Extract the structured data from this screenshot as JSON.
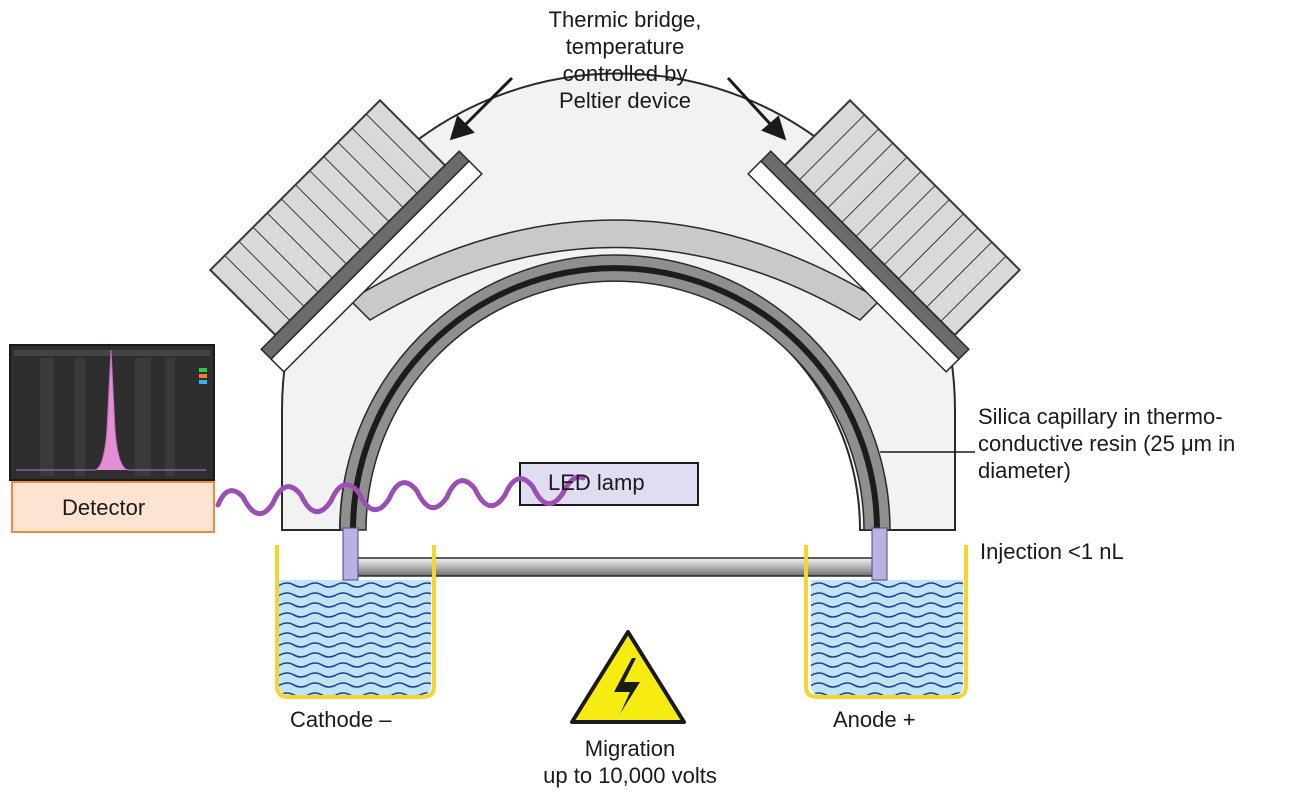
{
  "labels": {
    "thermic": [
      "Thermic bridge,",
      "temperature",
      "controlled by",
      "Peltier device"
    ],
    "silica": "Silica capillary in thermo-conductive resin (25 μm in diameter)",
    "injection": "Injection <1 nL",
    "cathode": "Cathode –",
    "anode": "Anode +",
    "migration": [
      "Migration",
      "up to 10,000 volts"
    ],
    "detector": "Detector",
    "led": "LED lamp"
  },
  "colors": {
    "buffer": "#bfe3f7",
    "wave": "#1f3f8f",
    "reservoir_outline": "#f3d631",
    "coil": "#9b4fb3",
    "electrode": "#b8b2e0",
    "detector_box": "#fde3d2",
    "detector_border": "#ee8a45",
    "led_box": "#e0dcf2",
    "warning": "#f7ec12"
  },
  "icons": [
    "high-voltage-warning-icon"
  ]
}
